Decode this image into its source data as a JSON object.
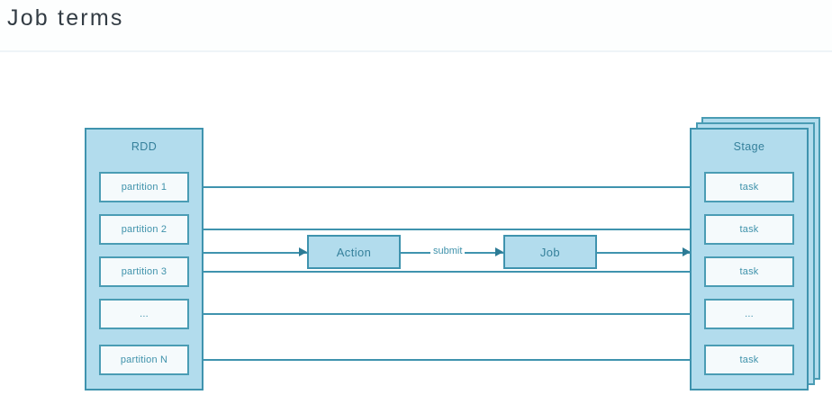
{
  "header": {
    "title": "Job terms"
  },
  "diagram": {
    "rdd": {
      "label": "RDD",
      "partitions": [
        {
          "label": "partition 1"
        },
        {
          "label": "partition 2"
        },
        {
          "label": "partition 3"
        },
        {
          "label": "..."
        },
        {
          "label": "partition N"
        }
      ]
    },
    "stage": {
      "label": "Stage",
      "tasks": [
        {
          "label": "task"
        },
        {
          "label": "task"
        },
        {
          "label": "task"
        },
        {
          "label": "..."
        },
        {
          "label": "task"
        }
      ]
    },
    "flow": {
      "action_label": "Action",
      "job_label": "Job",
      "submit_label": "submit"
    },
    "colors": {
      "container_fill": "#b2dced",
      "container_border": "#3f93ae",
      "inner_fill": "#f5fafc",
      "inner_border": "#4a9cb4",
      "text": "#35809b",
      "inner_text": "#3f92ab",
      "arrow": "#2d7b95",
      "title_text": "#333c44",
      "divider": "#eef4f8"
    }
  }
}
